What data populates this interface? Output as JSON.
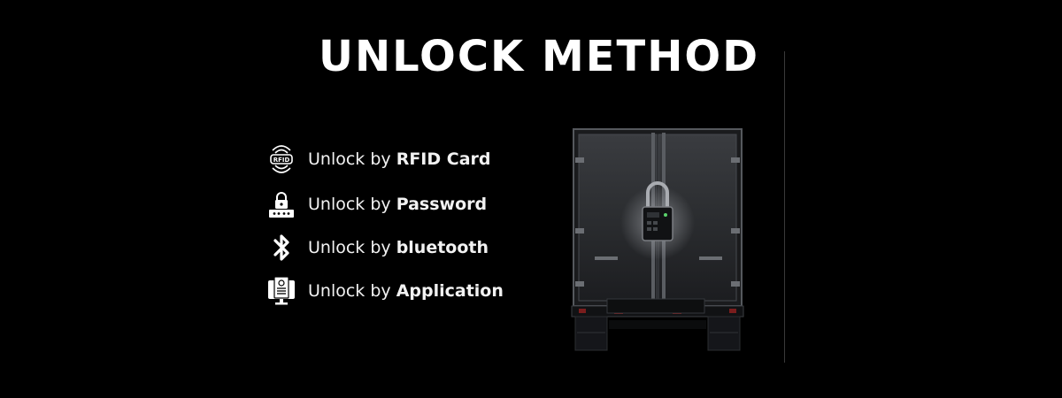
{
  "title": "UNLOCK METHOD",
  "methods": [
    {
      "prefix": "Unlock by ",
      "strong": "RFID Card",
      "icon": "rfid-icon",
      "icon_label": "RFID"
    },
    {
      "prefix": "Unlock by ",
      "strong": "Password",
      "icon": "password-icon"
    },
    {
      "prefix": "Unlock by ",
      "strong": "bluetooth",
      "icon": "bluetooth-icon"
    },
    {
      "prefix": "Unlock by ",
      "strong": "Application",
      "icon": "application-icon"
    }
  ],
  "colors": {
    "background": "#000000",
    "text": "#ffffff",
    "divider": "#3a3a3a",
    "truck_body": "#2b2d30",
    "lock_accent": "#5ad26b"
  }
}
